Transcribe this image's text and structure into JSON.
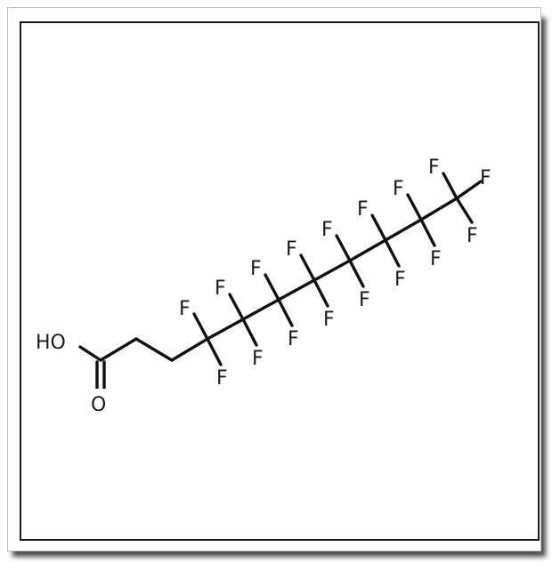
{
  "molecule": {
    "hydroxyl_label": "HO",
    "carbonyl_label": "O",
    "fluorine_label": "F",
    "bond_color": "#111111"
  }
}
